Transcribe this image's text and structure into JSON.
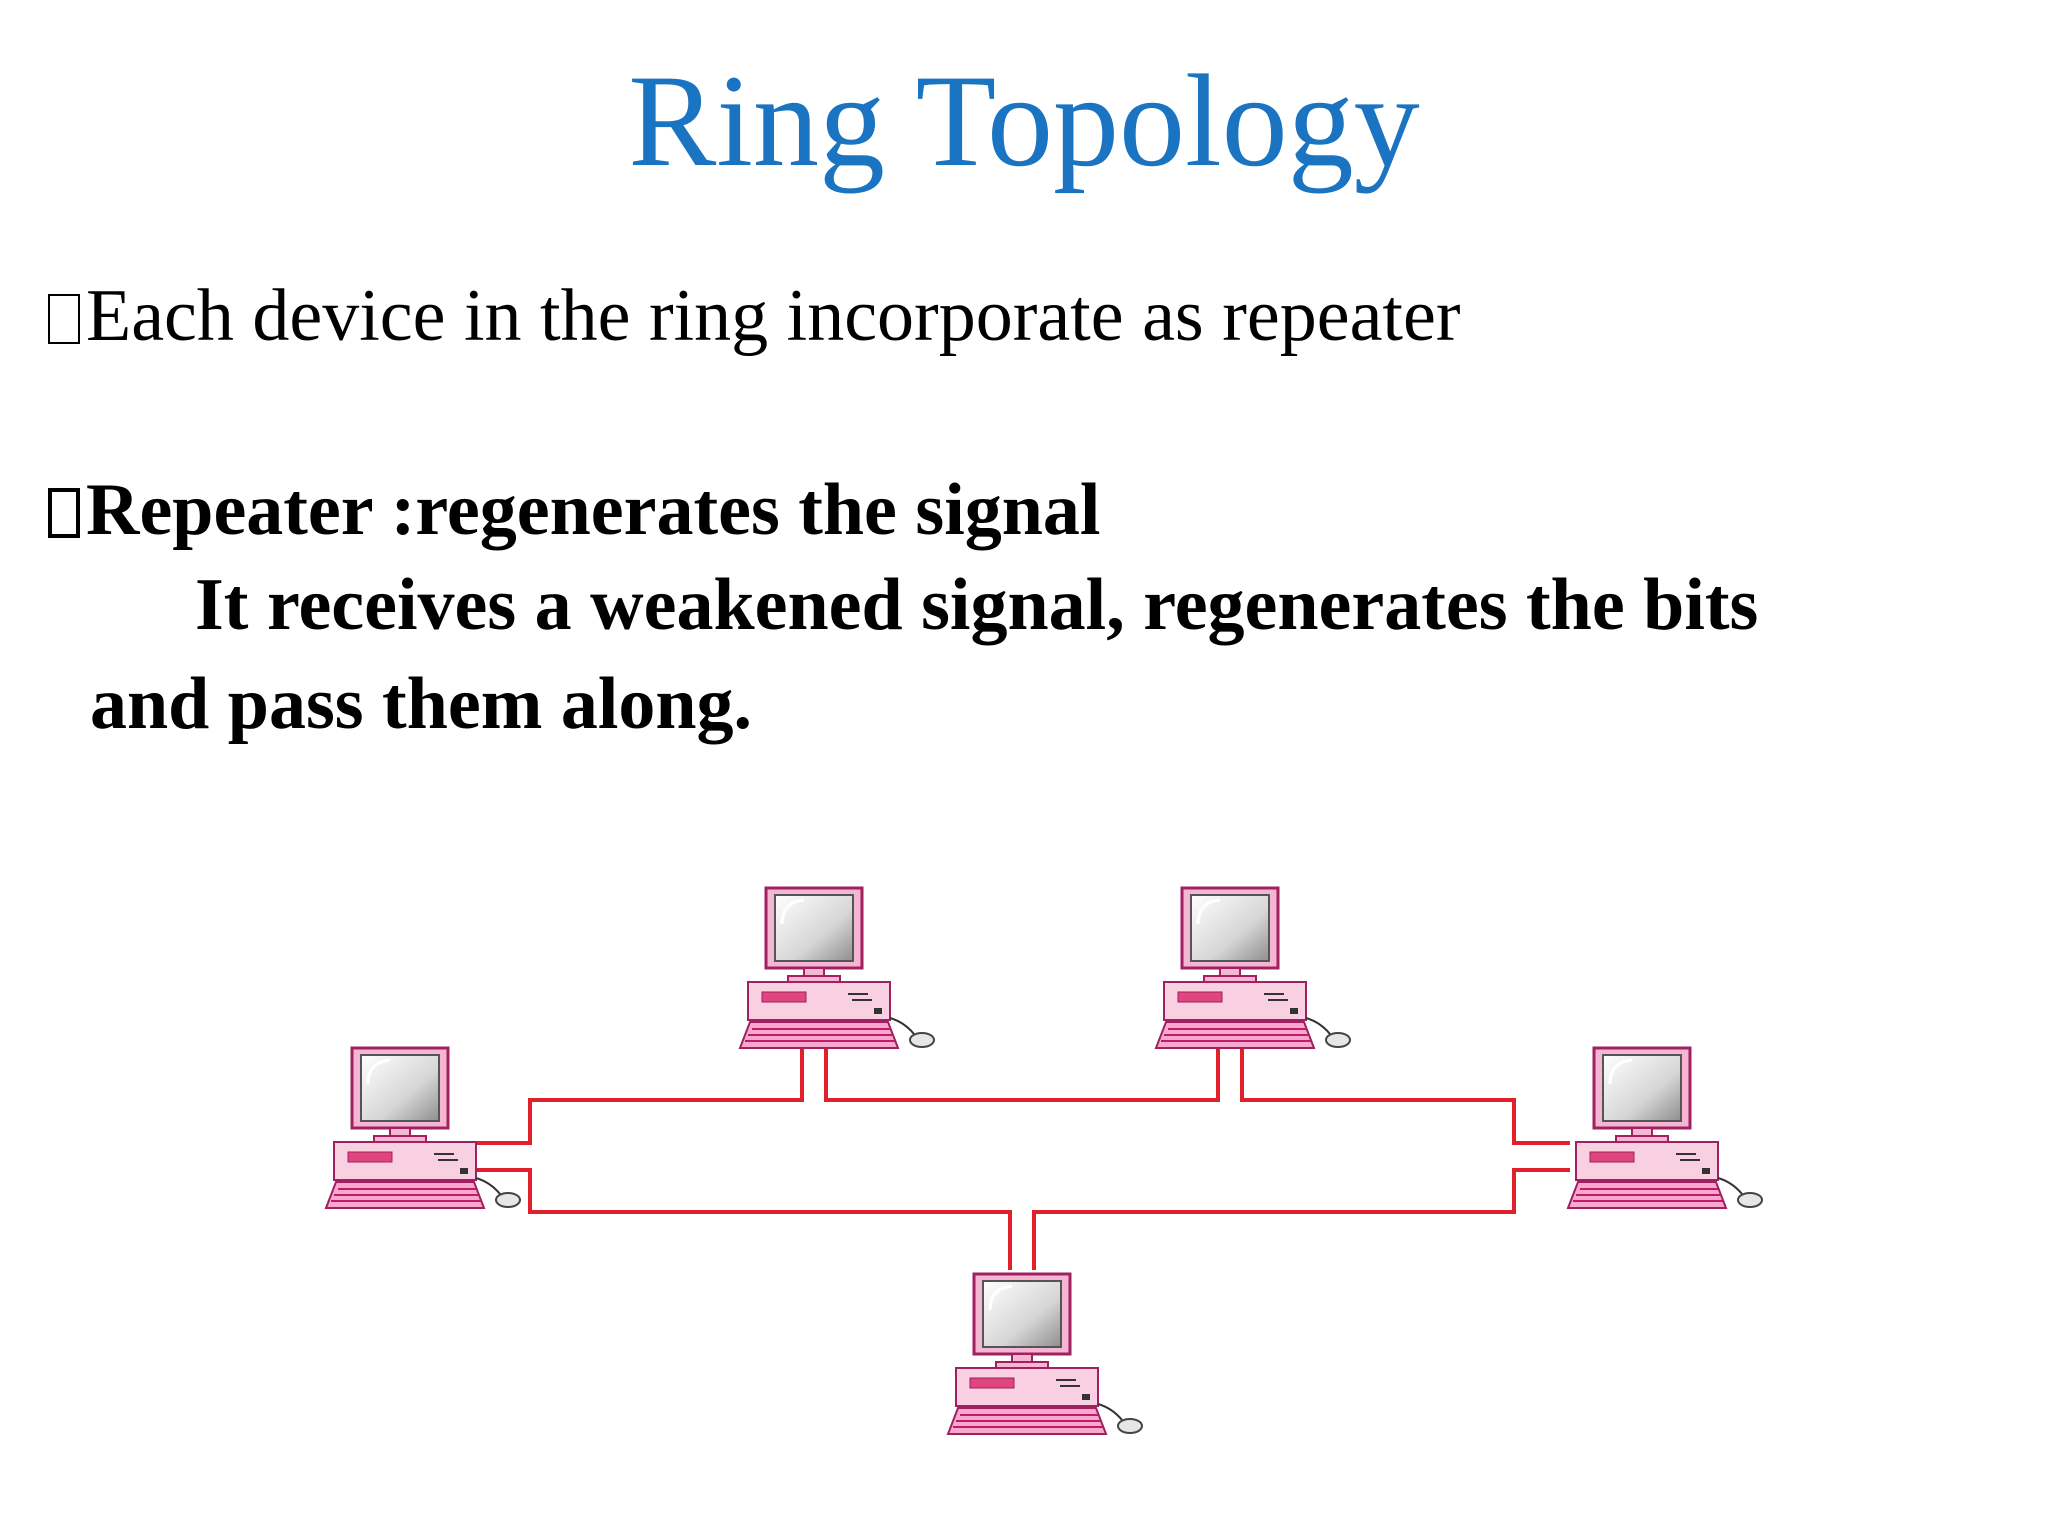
{
  "slide": {
    "title": "Ring Topology",
    "bullet_glyph": "box-glyph",
    "point1": "Each device in the ring incorporate as repeater",
    "point2": "Repeater :regenerates the signal",
    "point2_detail_line1": "It receives a weakened signal, regenerates the bits",
    "point2_detail_line2": "and pass them along."
  },
  "diagram": {
    "nodes": [
      "computer",
      "computer",
      "computer",
      "computer",
      "computer"
    ],
    "link_color": "#e0202a",
    "computer_colors": {
      "case": "#f7c3dc",
      "outline": "#b01e6a",
      "screen": "#d9d9d9",
      "accent": "#e0457f"
    }
  }
}
